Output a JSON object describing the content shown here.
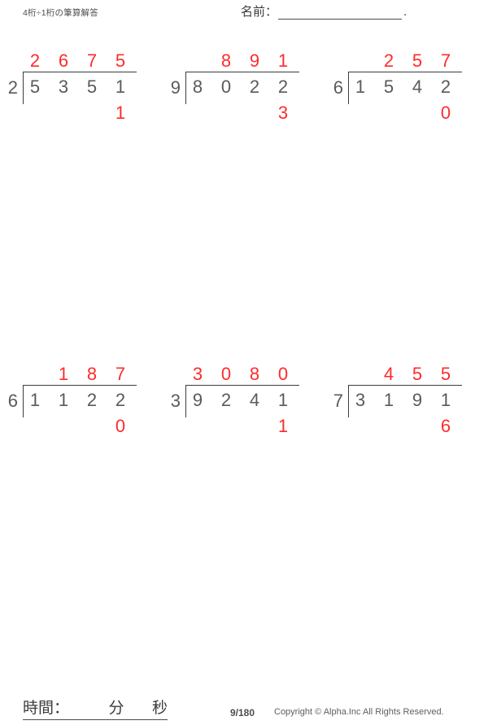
{
  "header": {
    "worksheet_title": "4桁÷1桁の筆算解答",
    "name_label": "名前：",
    "name_value": "",
    "name_trailing_dot": "."
  },
  "colors": {
    "answer_red": "#fe2b2b",
    "problem_gray": "#5a5a5a",
    "rule_dark": "#3c3c3c",
    "background": "#ffffff"
  },
  "problems": [
    {
      "index": 1,
      "divisor": "2",
      "dividend": [
        "5",
        "3",
        "5",
        "1"
      ],
      "quotient": [
        "2",
        "6",
        "7",
        "5"
      ],
      "remainder": "1",
      "remainder_column": 3
    },
    {
      "index": 2,
      "divisor": "9",
      "dividend": [
        "8",
        "0",
        "2",
        "2"
      ],
      "quotient": [
        "",
        "8",
        "9",
        "1"
      ],
      "remainder": "3",
      "remainder_column": 3
    },
    {
      "index": 3,
      "divisor": "6",
      "dividend": [
        "1",
        "5",
        "4",
        "2"
      ],
      "quotient": [
        "",
        "2",
        "5",
        "7"
      ],
      "remainder": "0",
      "remainder_column": 3
    },
    {
      "index": 4,
      "divisor": "6",
      "dividend": [
        "1",
        "1",
        "2",
        "2"
      ],
      "quotient": [
        "",
        "1",
        "8",
        "7"
      ],
      "remainder": "0",
      "remainder_column": 3
    },
    {
      "index": 5,
      "divisor": "3",
      "dividend": [
        "9",
        "2",
        "4",
        "1"
      ],
      "quotient": [
        "3",
        "0",
        "8",
        "0"
      ],
      "remainder": "1",
      "remainder_column": 3
    },
    {
      "index": 6,
      "divisor": "7",
      "dividend": [
        "3",
        "1",
        "9",
        "1"
      ],
      "quotient": [
        "",
        "4",
        "5",
        "5"
      ],
      "remainder": "6",
      "remainder_column": 3
    }
  ],
  "footer": {
    "time_label": "時間：",
    "minutes_unit": "分",
    "seconds_unit": "秒",
    "page_number": "9/180",
    "copyright": "Copyright © Alpha.Inc All Rights Reserved."
  }
}
